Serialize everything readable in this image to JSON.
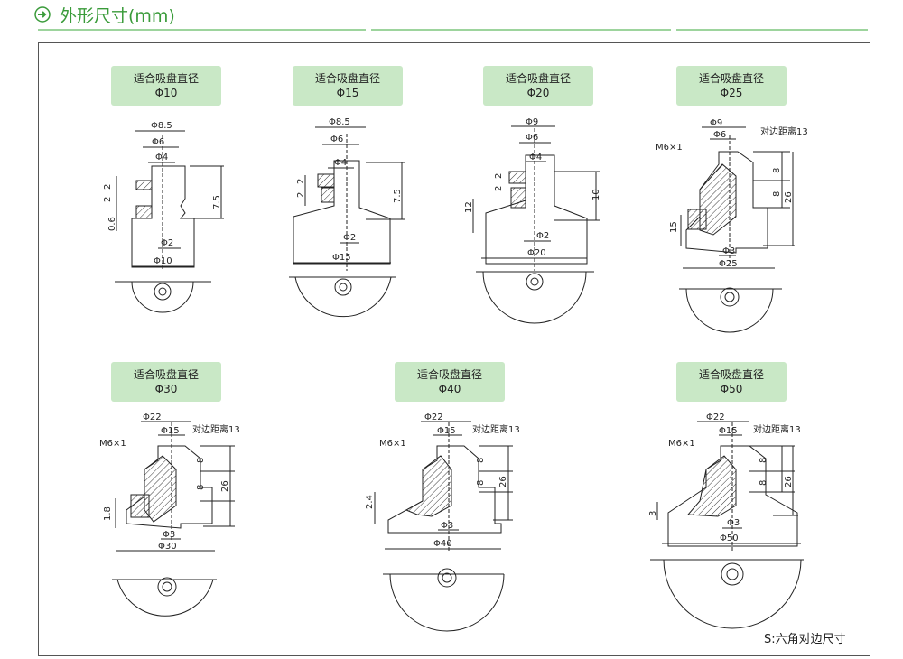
{
  "header": {
    "title": "外形尺寸(mm)",
    "icon": "arrow-right-circle-icon",
    "accent": "#3a9b3a"
  },
  "box_caption": "适合吸盘直径",
  "diagrams": [
    {
      "id": "d10",
      "diameter": "Φ10",
      "dims": [
        "Φ8.5",
        "Φ6",
        "Φ4",
        "2",
        "2",
        "0.6",
        "7.5",
        "Φ2",
        "Φ10"
      ]
    },
    {
      "id": "d15",
      "diameter": "Φ15",
      "dims": [
        "Φ8.5",
        "Φ6",
        "Φ4",
        "2",
        "2",
        "7.5",
        "Φ2",
        "Φ15"
      ]
    },
    {
      "id": "d20",
      "diameter": "Φ20",
      "dims": [
        "Φ9",
        "Φ6",
        "Φ4",
        "2",
        "2",
        "12",
        "10",
        "Φ2",
        "Φ20"
      ]
    },
    {
      "id": "d25",
      "diameter": "Φ25",
      "dims": [
        "Φ9",
        "Φ6",
        "M6×1",
        "对边距离13",
        "8",
        "8",
        "26",
        "15",
        "Φ3",
        "Φ25"
      ]
    },
    {
      "id": "d30",
      "diameter": "Φ30",
      "dims": [
        "Φ22",
        "Φ15",
        "M6×1",
        "对边距离13",
        "8",
        "8",
        "26",
        "1.8",
        "Φ3",
        "Φ30"
      ]
    },
    {
      "id": "d40",
      "diameter": "Φ40",
      "dims": [
        "Φ22",
        "Φ15",
        "M6×1",
        "对边距离13",
        "8",
        "8",
        "26",
        "2.4",
        "Φ3",
        "Φ40"
      ]
    },
    {
      "id": "d50",
      "diameter": "Φ50",
      "dims": [
        "Φ22",
        "Φ15",
        "M6×1",
        "对边距离13",
        "8",
        "8",
        "26",
        "3",
        "Φ3",
        "Φ50"
      ]
    }
  ],
  "footnote": "S:六角对边尺寸"
}
